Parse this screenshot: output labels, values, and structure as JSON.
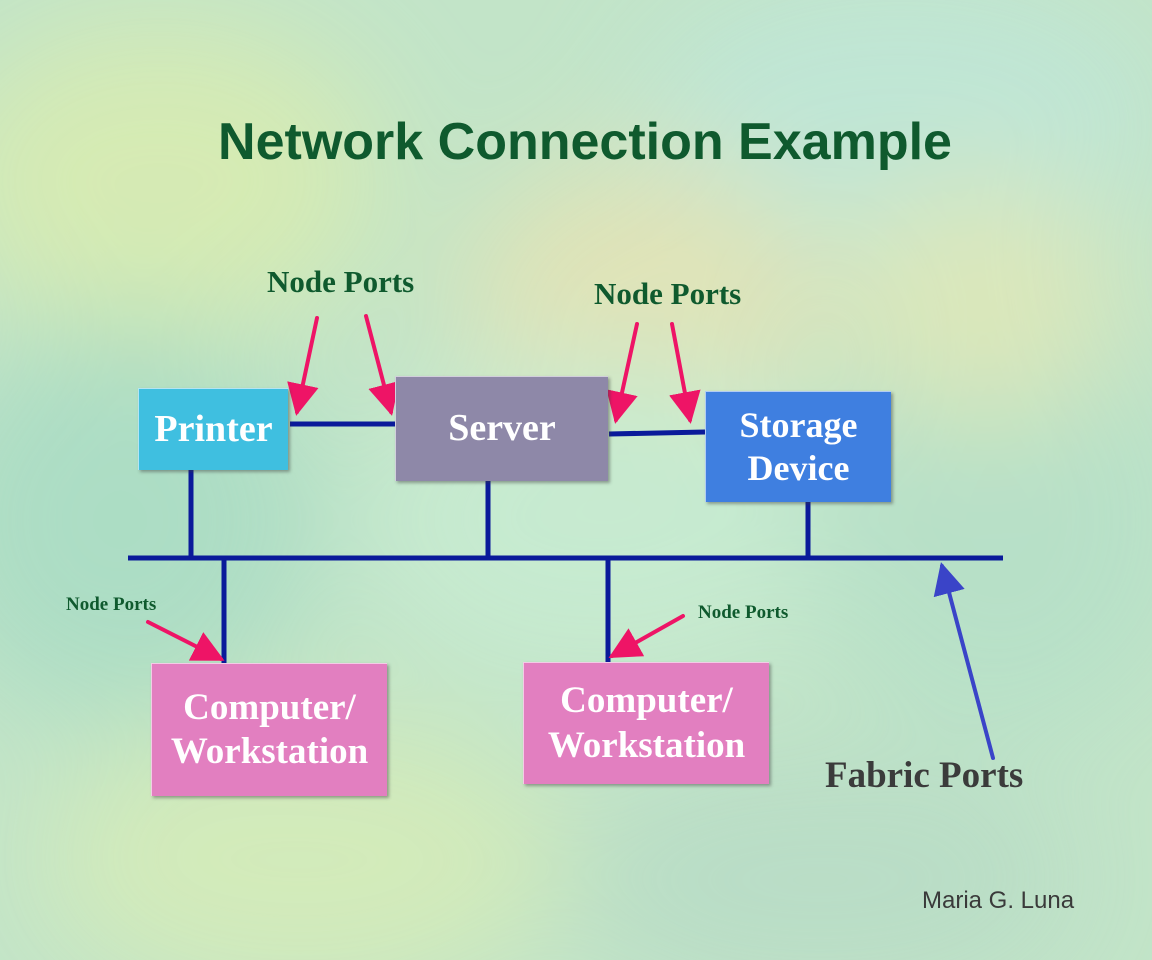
{
  "title": "Network Connection Example",
  "devices": {
    "printer": "Printer",
    "server": "Server",
    "storage_line1": "Storage",
    "storage_line2": "Device",
    "workstation_line1": "Computer/",
    "workstation_line2": "Workstation"
  },
  "labels": {
    "node_ports": "Node Ports",
    "fabric_ports": "Fabric Ports"
  },
  "author": "Maria G. Luna",
  "colors": {
    "title": "#0f5a2e",
    "printer": "#3fbfe0",
    "server": "#8e88a8",
    "storage": "#3f7fe0",
    "workstation": "#e27fc0",
    "bus": "#0a1a9a",
    "node_arrow": "#ee1466",
    "fabric_arrow": "#3a44c8"
  }
}
